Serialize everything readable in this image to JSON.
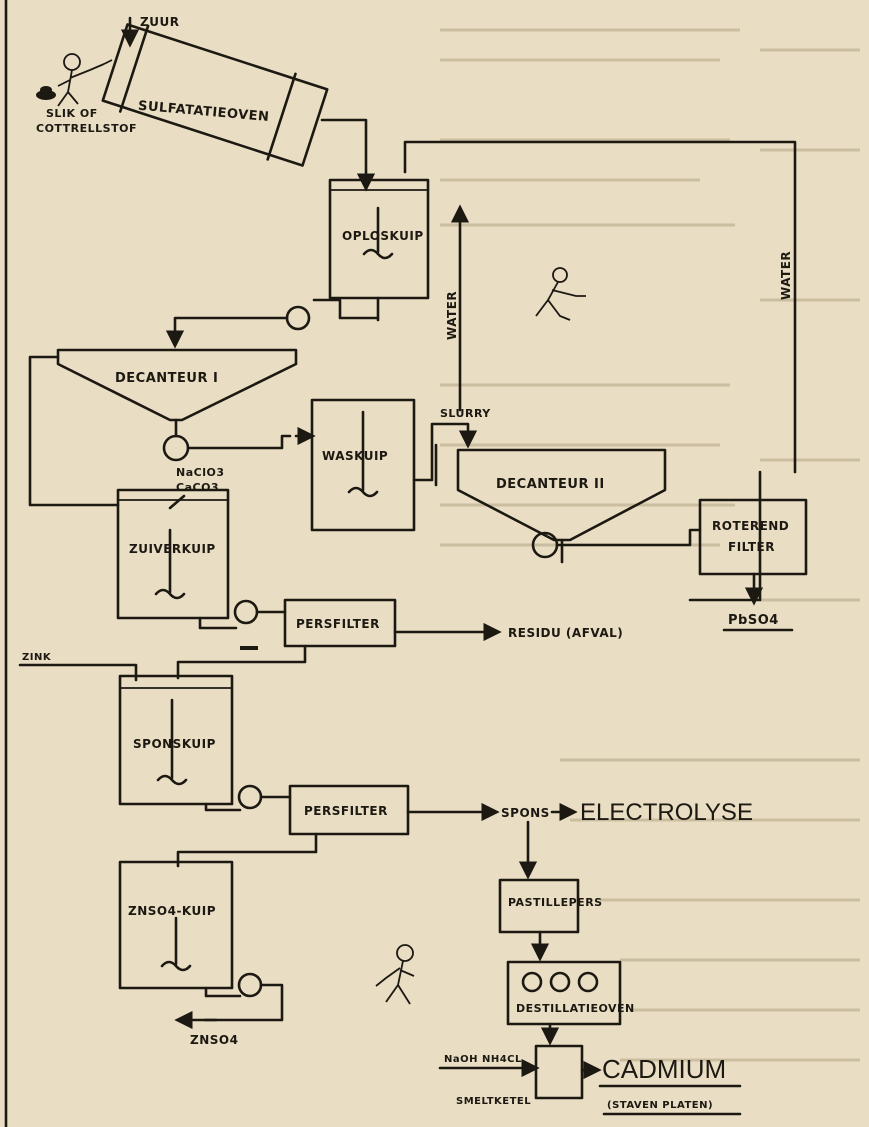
{
  "labels": {
    "zuur": "ZUUR",
    "slik_of": "SLIK OF",
    "cottrellstof": "COTTRELLSTOF",
    "sulfatatieoven": "SULFATATIEOVEN",
    "oploskuip": "OPLOSKUIP",
    "decanteur1": "DECANTEUR I",
    "waskuip": "WASKUIP",
    "slurry": "SLURRY",
    "decanteur2": "DECANTEUR II",
    "water1": "WATER",
    "water2": "WATER",
    "roterend": "ROTEREND",
    "filter": "FILTER",
    "pbso4": "PbSO4",
    "naclo3": "NaClO3",
    "caco3": "CaCO3",
    "zuiverkuip": "ZUIVERKUIP",
    "persfilter1": "PERSFILTER",
    "residu": "RESIDU (AFVAL)",
    "zink": "ZINK",
    "sponskuip": "SPONSKUIP",
    "persfilter2": "PERSFILTER",
    "spons": "SPONS",
    "electrolyse": "ELECTROLYSE",
    "znso4kuip": "ZNSO4-KUIP",
    "znso4": "ZNSO4",
    "pastillepers": "PASTILLEPERS",
    "destillatieoven": "DESTILLATIEOVEN",
    "naoh_nacl": "NaOH  NH4CL",
    "smeltketel": "SMELTKETEL",
    "cadmium": "CADMIUM",
    "staven_platen": "(STAVEN  PLATEN)"
  }
}
